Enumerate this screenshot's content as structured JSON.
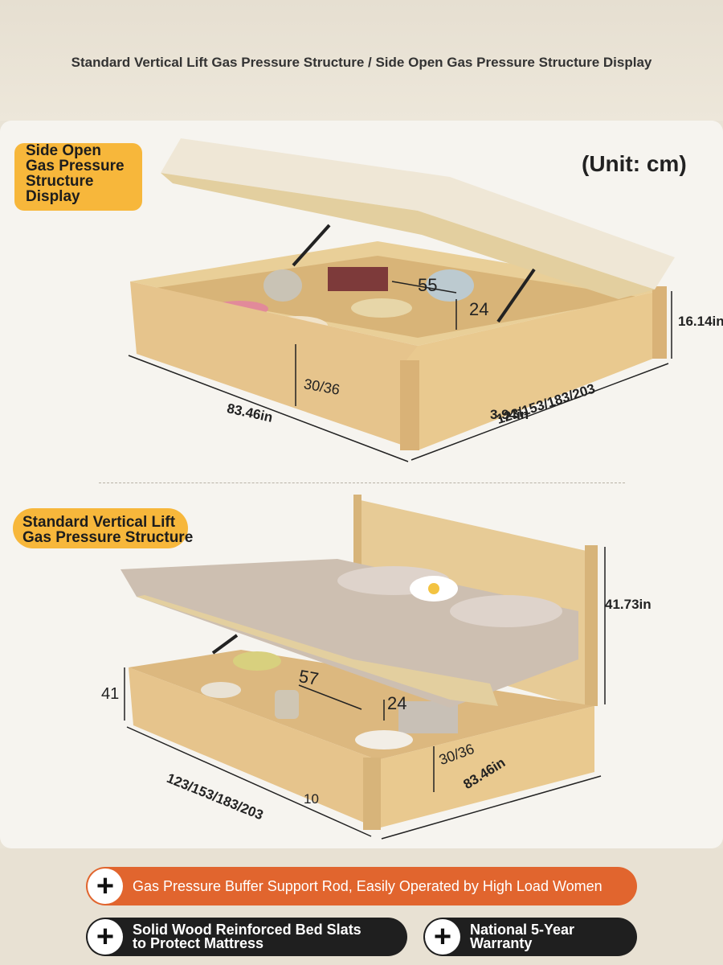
{
  "header": {
    "title": "Standard Vertical Lift Gas Pressure Structure / Side Open Gas Pressure Structure Display"
  },
  "side_open": {
    "tag_lines": [
      "Side Open",
      "Gas Pressure",
      "Structure",
      "Display"
    ],
    "unit": "(Unit: cm)",
    "dims": {
      "divider_width": "55",
      "divider_height": "24",
      "height": "16.14in",
      "inner_depth": "30/36",
      "length": "83.46in",
      "leg": "3.94in",
      "width": "123/153/183/203"
    }
  },
  "vertical_lift": {
    "tag_lines": [
      "Standard Vertical Lift",
      "Gas Pressure Structure"
    ],
    "dims": {
      "headboard_height": "41.73in",
      "side_height": "41",
      "divider_width": "57",
      "divider_height": "24",
      "inner_depth": "30/36",
      "length": "83.46in",
      "width": "123/153/183/203",
      "leg": "10"
    }
  },
  "features": [
    {
      "text": "Gas Pressure Buffer Support Rod, Easily Operated by High Load Women",
      "color": "#e1652e"
    },
    {
      "text_lines": [
        "Solid Wood Reinforced Bed Slats",
        "to Protect Mattress"
      ],
      "color": "#1f1f1f"
    },
    {
      "text_lines": [
        "National 5-Year",
        "Warranty"
      ],
      "color": "#1f1f1f"
    }
  ],
  "icons": {
    "feature_icon": "plus-icon"
  }
}
